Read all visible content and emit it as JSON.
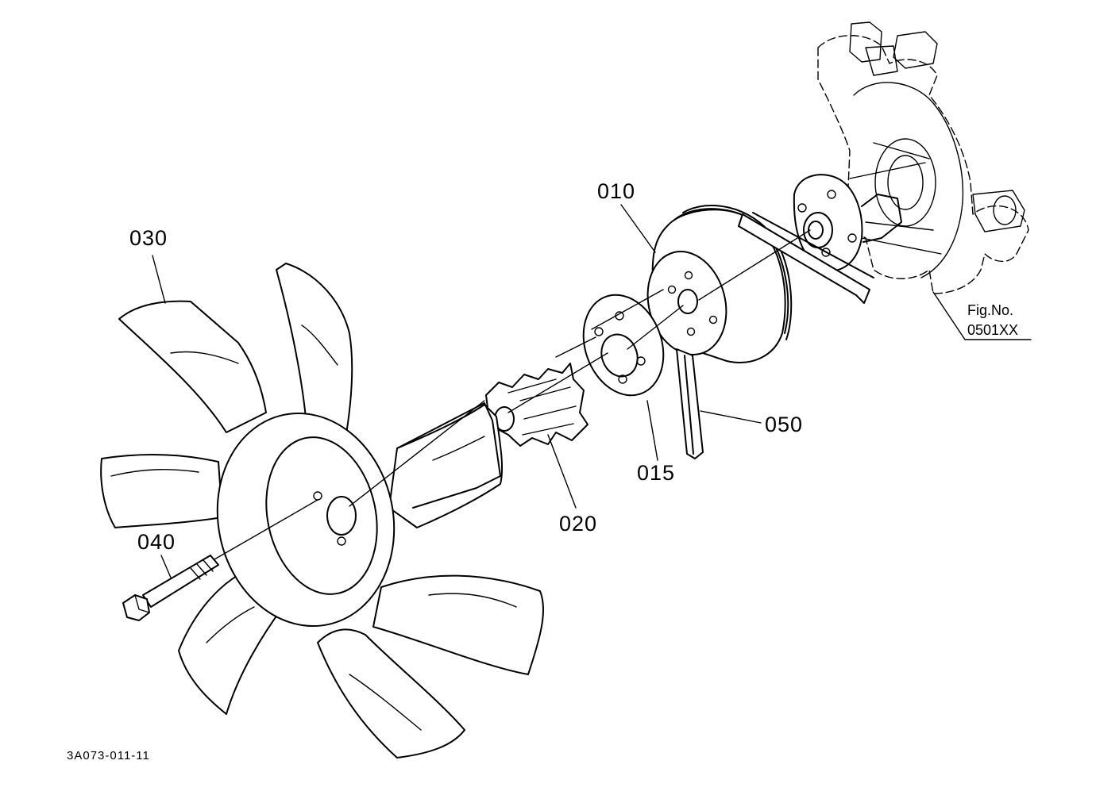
{
  "parts": [
    {
      "key": "p010",
      "number": "010"
    },
    {
      "key": "p015",
      "number": "015"
    },
    {
      "key": "p020",
      "number": "020"
    },
    {
      "key": "p030",
      "number": "030"
    },
    {
      "key": "p040",
      "number": "040"
    },
    {
      "key": "p050",
      "number": "050"
    }
  ],
  "figure": {
    "label": "Fig.No.",
    "number": "0501XX"
  },
  "drawing_code": "3A073-011-11"
}
